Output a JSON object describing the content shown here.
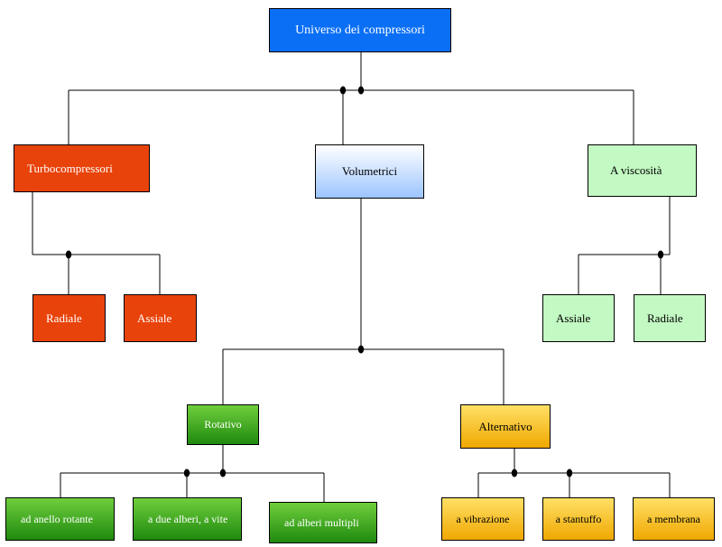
{
  "diagram": {
    "root": "Universo dei compressori",
    "level1": [
      "Turbocompressori",
      "Volumetrici",
      "A viscosità"
    ],
    "turbo_children": [
      "Radiale",
      "Assiale"
    ],
    "viscosita_children": [
      "Assiale",
      "Radiale"
    ],
    "volumetrici_children": [
      "Rotativo",
      "Alternativo"
    ],
    "rotativo_children": [
      "ad anello rotante",
      "a due alberi, a vite",
      "ad alberi multipli"
    ],
    "alternativo_children": [
      "a vibrazione",
      "a stantuffo",
      "a membrana"
    ]
  }
}
